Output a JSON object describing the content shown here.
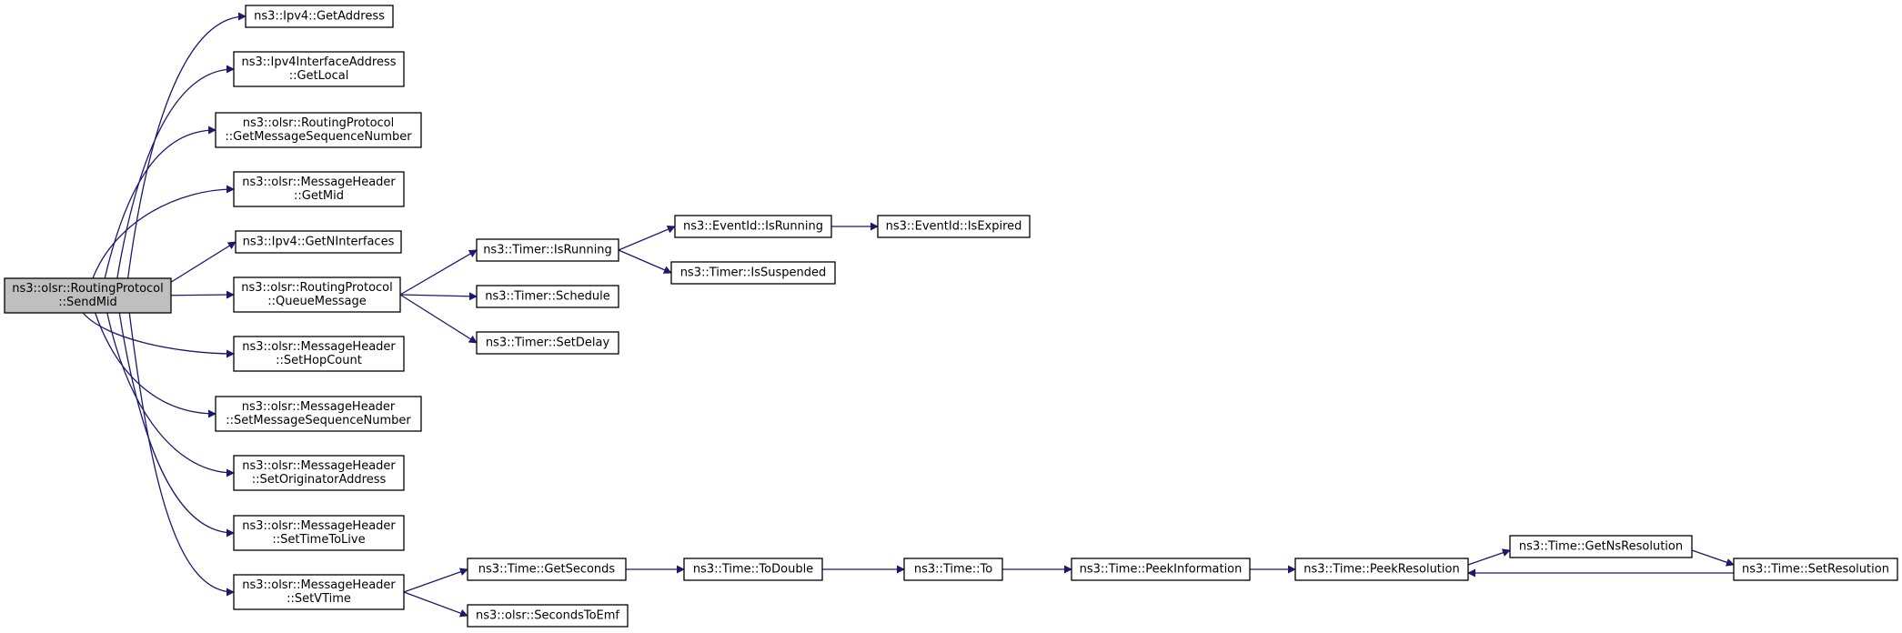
{
  "diagram": {
    "type": "call-graph",
    "root": "sendmid",
    "nodes": [
      {
        "id": "sendmid",
        "lines": [
          "ns3::olsr::RoutingProtocol",
          "::SendMid"
        ],
        "root": true
      },
      {
        "id": "getaddress",
        "lines": [
          "ns3::Ipv4::GetAddress"
        ]
      },
      {
        "id": "getlocal",
        "lines": [
          "ns3::Ipv4InterfaceAddress",
          "::GetLocal"
        ]
      },
      {
        "id": "getmsgseq",
        "lines": [
          "ns3::olsr::RoutingProtocol",
          "::GetMessageSequenceNumber"
        ]
      },
      {
        "id": "getmid",
        "lines": [
          "ns3::olsr::MessageHeader",
          "::GetMid"
        ]
      },
      {
        "id": "getninterfaces",
        "lines": [
          "ns3::Ipv4::GetNInterfaces"
        ]
      },
      {
        "id": "queuemessage",
        "lines": [
          "ns3::olsr::RoutingProtocol",
          "::QueueMessage"
        ]
      },
      {
        "id": "sethopcount",
        "lines": [
          "ns3::olsr::MessageHeader",
          "::SetHopCount"
        ]
      },
      {
        "id": "setmsgseq",
        "lines": [
          "ns3::olsr::MessageHeader",
          "::SetMessageSequenceNumber"
        ]
      },
      {
        "id": "setorigaddr",
        "lines": [
          "ns3::olsr::MessageHeader",
          "::SetOriginatorAddress"
        ]
      },
      {
        "id": "setttl",
        "lines": [
          "ns3::olsr::MessageHeader",
          "::SetTimeToLive"
        ]
      },
      {
        "id": "setvtime",
        "lines": [
          "ns3::olsr::MessageHeader",
          "::SetVTime"
        ]
      },
      {
        "id": "timerisrunning",
        "lines": [
          "ns3::Timer::IsRunning"
        ]
      },
      {
        "id": "timerschedule",
        "lines": [
          "ns3::Timer::Schedule"
        ]
      },
      {
        "id": "timersetdelay",
        "lines": [
          "ns3::Timer::SetDelay"
        ]
      },
      {
        "id": "eventisrunning",
        "lines": [
          "ns3::EventId::IsRunning"
        ]
      },
      {
        "id": "timerissuspended",
        "lines": [
          "ns3::Timer::IsSuspended"
        ]
      },
      {
        "id": "eventisexpired",
        "lines": [
          "ns3::EventId::IsExpired"
        ]
      },
      {
        "id": "getseconds",
        "lines": [
          "ns3::Time::GetSeconds"
        ]
      },
      {
        "id": "secondstoemf",
        "lines": [
          "ns3::olsr::SecondsToEmf"
        ]
      },
      {
        "id": "todouble",
        "lines": [
          "ns3::Time::ToDouble"
        ]
      },
      {
        "id": "timeto",
        "lines": [
          "ns3::Time::To"
        ]
      },
      {
        "id": "peekinformation",
        "lines": [
          "ns3::Time::PeekInformation"
        ]
      },
      {
        "id": "peekresolution",
        "lines": [
          "ns3::Time::PeekResolution"
        ]
      },
      {
        "id": "getnsresolution",
        "lines": [
          "ns3::Time::GetNsResolution"
        ]
      },
      {
        "id": "setresolution",
        "lines": [
          "ns3::Time::SetResolution"
        ]
      }
    ],
    "edges": [
      {
        "from": "sendmid",
        "to": "getaddress"
      },
      {
        "from": "sendmid",
        "to": "getlocal"
      },
      {
        "from": "sendmid",
        "to": "getmsgseq"
      },
      {
        "from": "sendmid",
        "to": "getmid"
      },
      {
        "from": "sendmid",
        "to": "getninterfaces"
      },
      {
        "from": "sendmid",
        "to": "queuemessage"
      },
      {
        "from": "sendmid",
        "to": "sethopcount"
      },
      {
        "from": "sendmid",
        "to": "setmsgseq"
      },
      {
        "from": "sendmid",
        "to": "setorigaddr"
      },
      {
        "from": "sendmid",
        "to": "setttl"
      },
      {
        "from": "sendmid",
        "to": "setvtime"
      },
      {
        "from": "queuemessage",
        "to": "timerisrunning"
      },
      {
        "from": "queuemessage",
        "to": "timerschedule"
      },
      {
        "from": "queuemessage",
        "to": "timersetdelay"
      },
      {
        "from": "timerisrunning",
        "to": "eventisrunning"
      },
      {
        "from": "timerisrunning",
        "to": "timerissuspended"
      },
      {
        "from": "eventisrunning",
        "to": "eventisexpired"
      },
      {
        "from": "setvtime",
        "to": "getseconds"
      },
      {
        "from": "setvtime",
        "to": "secondstoemf"
      },
      {
        "from": "getseconds",
        "to": "todouble"
      },
      {
        "from": "todouble",
        "to": "timeto"
      },
      {
        "from": "timeto",
        "to": "peekinformation"
      },
      {
        "from": "peekinformation",
        "to": "peekresolution"
      },
      {
        "from": "peekresolution",
        "to": "getnsresolution"
      },
      {
        "from": "getnsresolution",
        "to": "setresolution"
      },
      {
        "from": "setresolution",
        "to": "peekresolution"
      }
    ]
  }
}
